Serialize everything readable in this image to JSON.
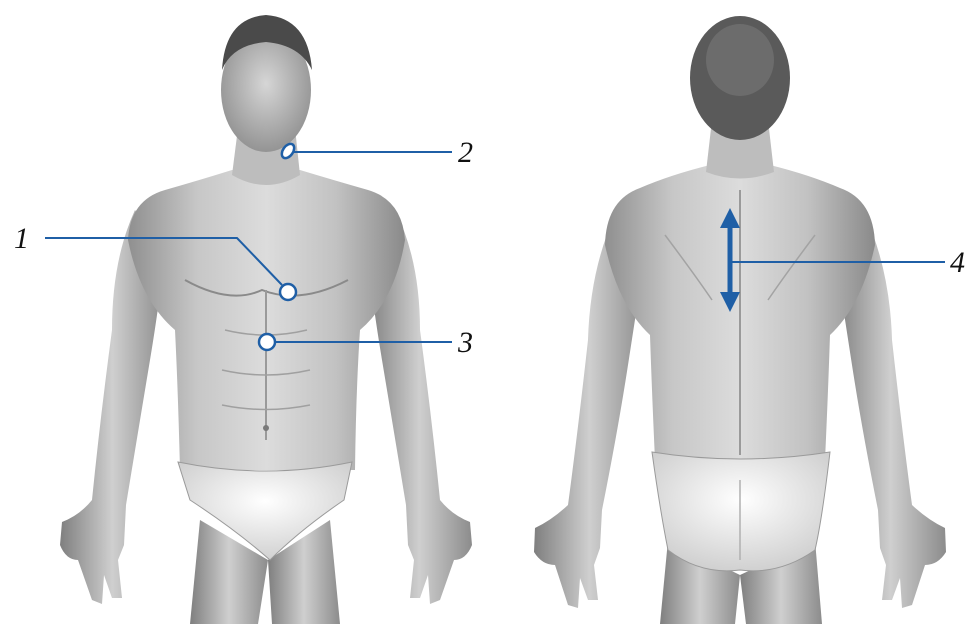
{
  "figure": {
    "markers": [
      {
        "id": "1",
        "label": "1",
        "shape": "circle"
      },
      {
        "id": "2",
        "label": "2",
        "shape": "ellipse"
      },
      {
        "id": "3",
        "label": "3",
        "shape": "circle"
      },
      {
        "id": "4",
        "label": "4",
        "shape": "double-arrow"
      }
    ],
    "colors": {
      "marker": "#1f5fa6",
      "body_light": "#d9d9d9",
      "body_mid": "#b7b7b7",
      "body_dark": "#8a8a8a",
      "hair": "#4a4a4a",
      "underwear": "#f2f2f2",
      "background": "#ffffff"
    },
    "views": [
      "front-view",
      "back-view"
    ]
  }
}
